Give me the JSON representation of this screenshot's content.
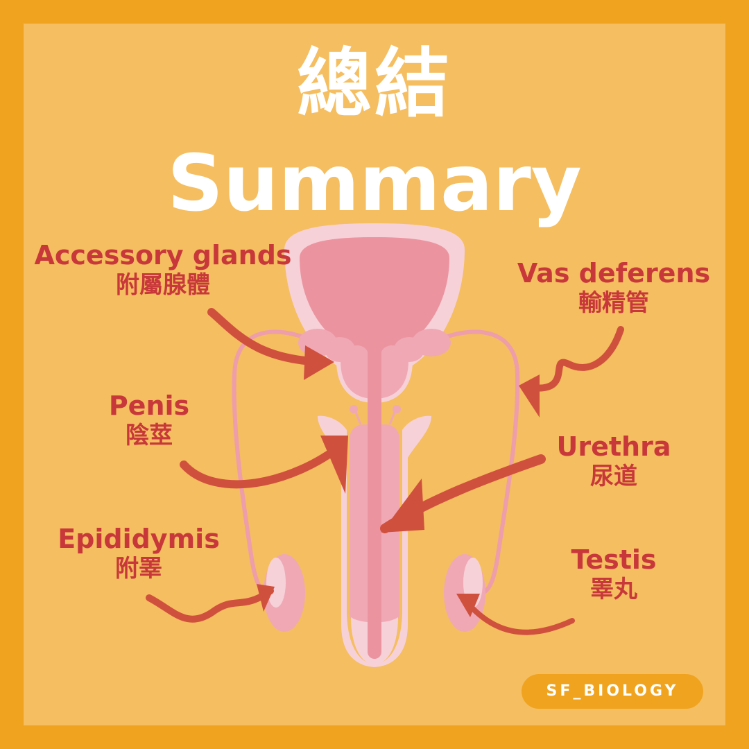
{
  "title": {
    "chinese": "總結",
    "english": "Summary"
  },
  "labels": {
    "accessory_glands": {
      "en": "Accessory glands",
      "zh": "附屬腺體"
    },
    "vas_deferens": {
      "en": "Vas deferens",
      "zh": "輸精管"
    },
    "penis": {
      "en": "Penis",
      "zh": "陰莖"
    },
    "urethra": {
      "en": "Urethra",
      "zh": "尿道"
    },
    "epididymis": {
      "en": "Epididymis",
      "zh": "附睪"
    },
    "testis": {
      "en": "Testis",
      "zh": "睪丸"
    }
  },
  "badge": {
    "text": "SF_BIOLOGY"
  },
  "colors": {
    "border": "#F0A31F",
    "background": "#F5BE60",
    "title": "#FFFFFF",
    "label": "#C8383A",
    "arrow": "#D0503E",
    "organ_light": "#F7D1D8",
    "organ_mid": "#F0A8B5",
    "organ_dark": "#EB94A0",
    "duct": "#EE9DAB"
  }
}
